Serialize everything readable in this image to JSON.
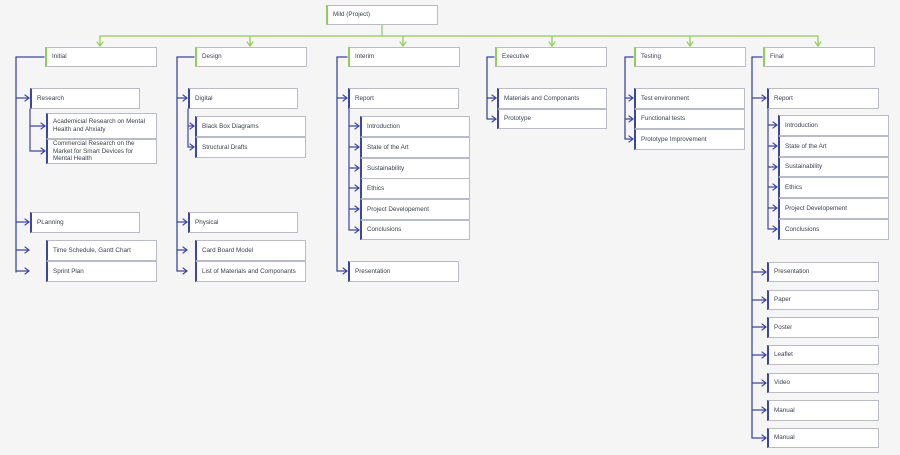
{
  "colors": {
    "green": "#8fce57",
    "blue": "#3e479e",
    "border": "#b9bcc4",
    "background": "#f5f5f6"
  },
  "root": {
    "label": "Mild (Project)"
  },
  "phases": [
    {
      "label": "Initial",
      "items": [
        {
          "label": "Research",
          "children": [
            "Academicial Research on Mental Health and Ahxiaty",
            "Commercial Research on the Market for Smart Devices for Mental Health"
          ]
        },
        {
          "label": "PLanning",
          "children": [
            "Time Schedule, Gantt Chart",
            "Sprint Plan"
          ]
        }
      ]
    },
    {
      "label": "Design",
      "items": [
        {
          "label": "Digital",
          "children": [
            "Black Box Diagrams",
            "Structural Drafts"
          ]
        },
        {
          "label": "Physical",
          "children": [
            "Card Board Model",
            "List of Materials and Componants"
          ]
        }
      ]
    },
    {
      "label": "Interim",
      "items": [
        {
          "label": "Report",
          "children": [
            "Introduction",
            "State of the Art",
            "Sustainability",
            "Ethics",
            "Project Developement",
            "Conclusions"
          ]
        },
        {
          "label": "Presentation",
          "children": []
        }
      ]
    },
    {
      "label": "Executive",
      "items": [
        {
          "label": "Materials and Componants",
          "children": []
        },
        {
          "label": "Prototype",
          "children": []
        }
      ]
    },
    {
      "label": "Testing",
      "items": [
        {
          "label": "Test environment",
          "children": []
        },
        {
          "label": "Functional tests",
          "children": []
        },
        {
          "label": "Prototype Improvement",
          "children": []
        }
      ]
    },
    {
      "label": "Final",
      "items": [
        {
          "label": "Report",
          "children": [
            "Introduction",
            "State of the Art",
            "Sustainability",
            "Ethics",
            "Project Developement",
            "Conclusions"
          ]
        },
        {
          "label": "Presentation",
          "children": []
        },
        {
          "label": "Paper",
          "children": []
        },
        {
          "label": "Poster",
          "children": []
        },
        {
          "label": "Leaflet",
          "children": []
        },
        {
          "label": "Video",
          "children": []
        },
        {
          "label": "Manual",
          "children": []
        },
        {
          "label": "Manual",
          "children": []
        }
      ]
    }
  ]
}
